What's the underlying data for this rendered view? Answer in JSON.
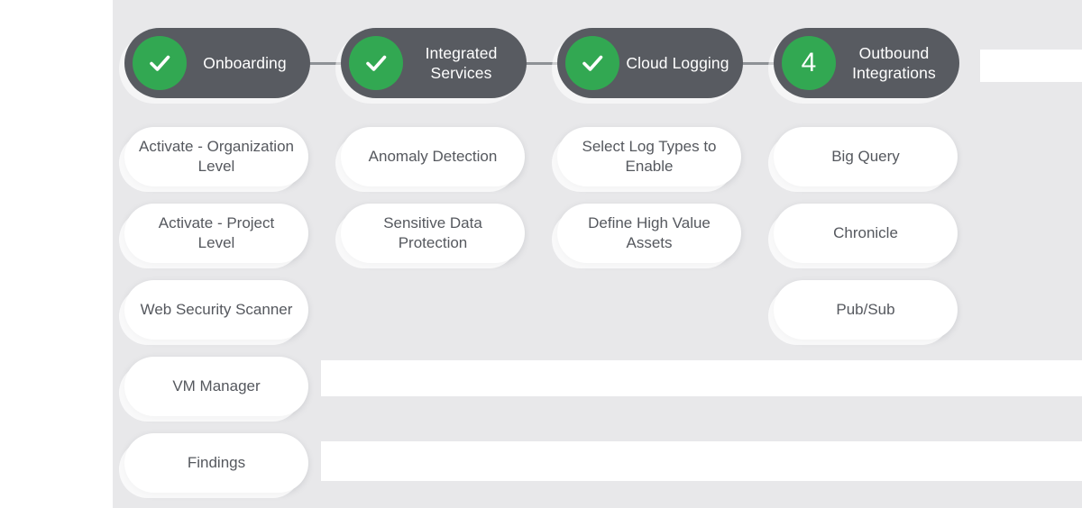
{
  "theme": {
    "page_background": "#ffffff",
    "panel_background": "#e8e8ea",
    "step_pill_color": "#585b61",
    "accent_green": "#32a852",
    "item_background": "#ffffff",
    "item_text_color": "#55585e",
    "step_text_color": "#ffffff",
    "connector_color": "#8e9196"
  },
  "steps": [
    {
      "index": 1,
      "label": "Onboarding",
      "badge_kind": "check",
      "badge_text": "",
      "complete": true
    },
    {
      "index": 2,
      "label": "Integrated Services",
      "badge_kind": "check",
      "badge_text": "",
      "complete": true
    },
    {
      "index": 3,
      "label": "Cloud Logging",
      "badge_kind": "check",
      "badge_text": "",
      "complete": true
    },
    {
      "index": 4,
      "label": "Outbound Integrations",
      "badge_kind": "number",
      "badge_text": "4",
      "complete": false
    }
  ],
  "columns": [
    {
      "step": "Onboarding",
      "items": [
        {
          "label": "Activate - Organization Level"
        },
        {
          "label": "Activate - Project Level"
        },
        {
          "label": "Web Security Scanner"
        },
        {
          "label": "VM Manager"
        },
        {
          "label": "Findings"
        }
      ]
    },
    {
      "step": "Integrated Services",
      "items": [
        {
          "label": "Anomaly Detection"
        },
        {
          "label": "Sensitive Data Protection"
        }
      ]
    },
    {
      "step": "Cloud Logging",
      "items": [
        {
          "label": "Select Log Types to Enable"
        },
        {
          "label": "Define High Value Assets"
        }
      ]
    },
    {
      "step": "Outbound Integrations",
      "items": [
        {
          "label": "Big Query"
        },
        {
          "label": "Chronicle"
        },
        {
          "label": "Pub/Sub"
        }
      ]
    }
  ]
}
